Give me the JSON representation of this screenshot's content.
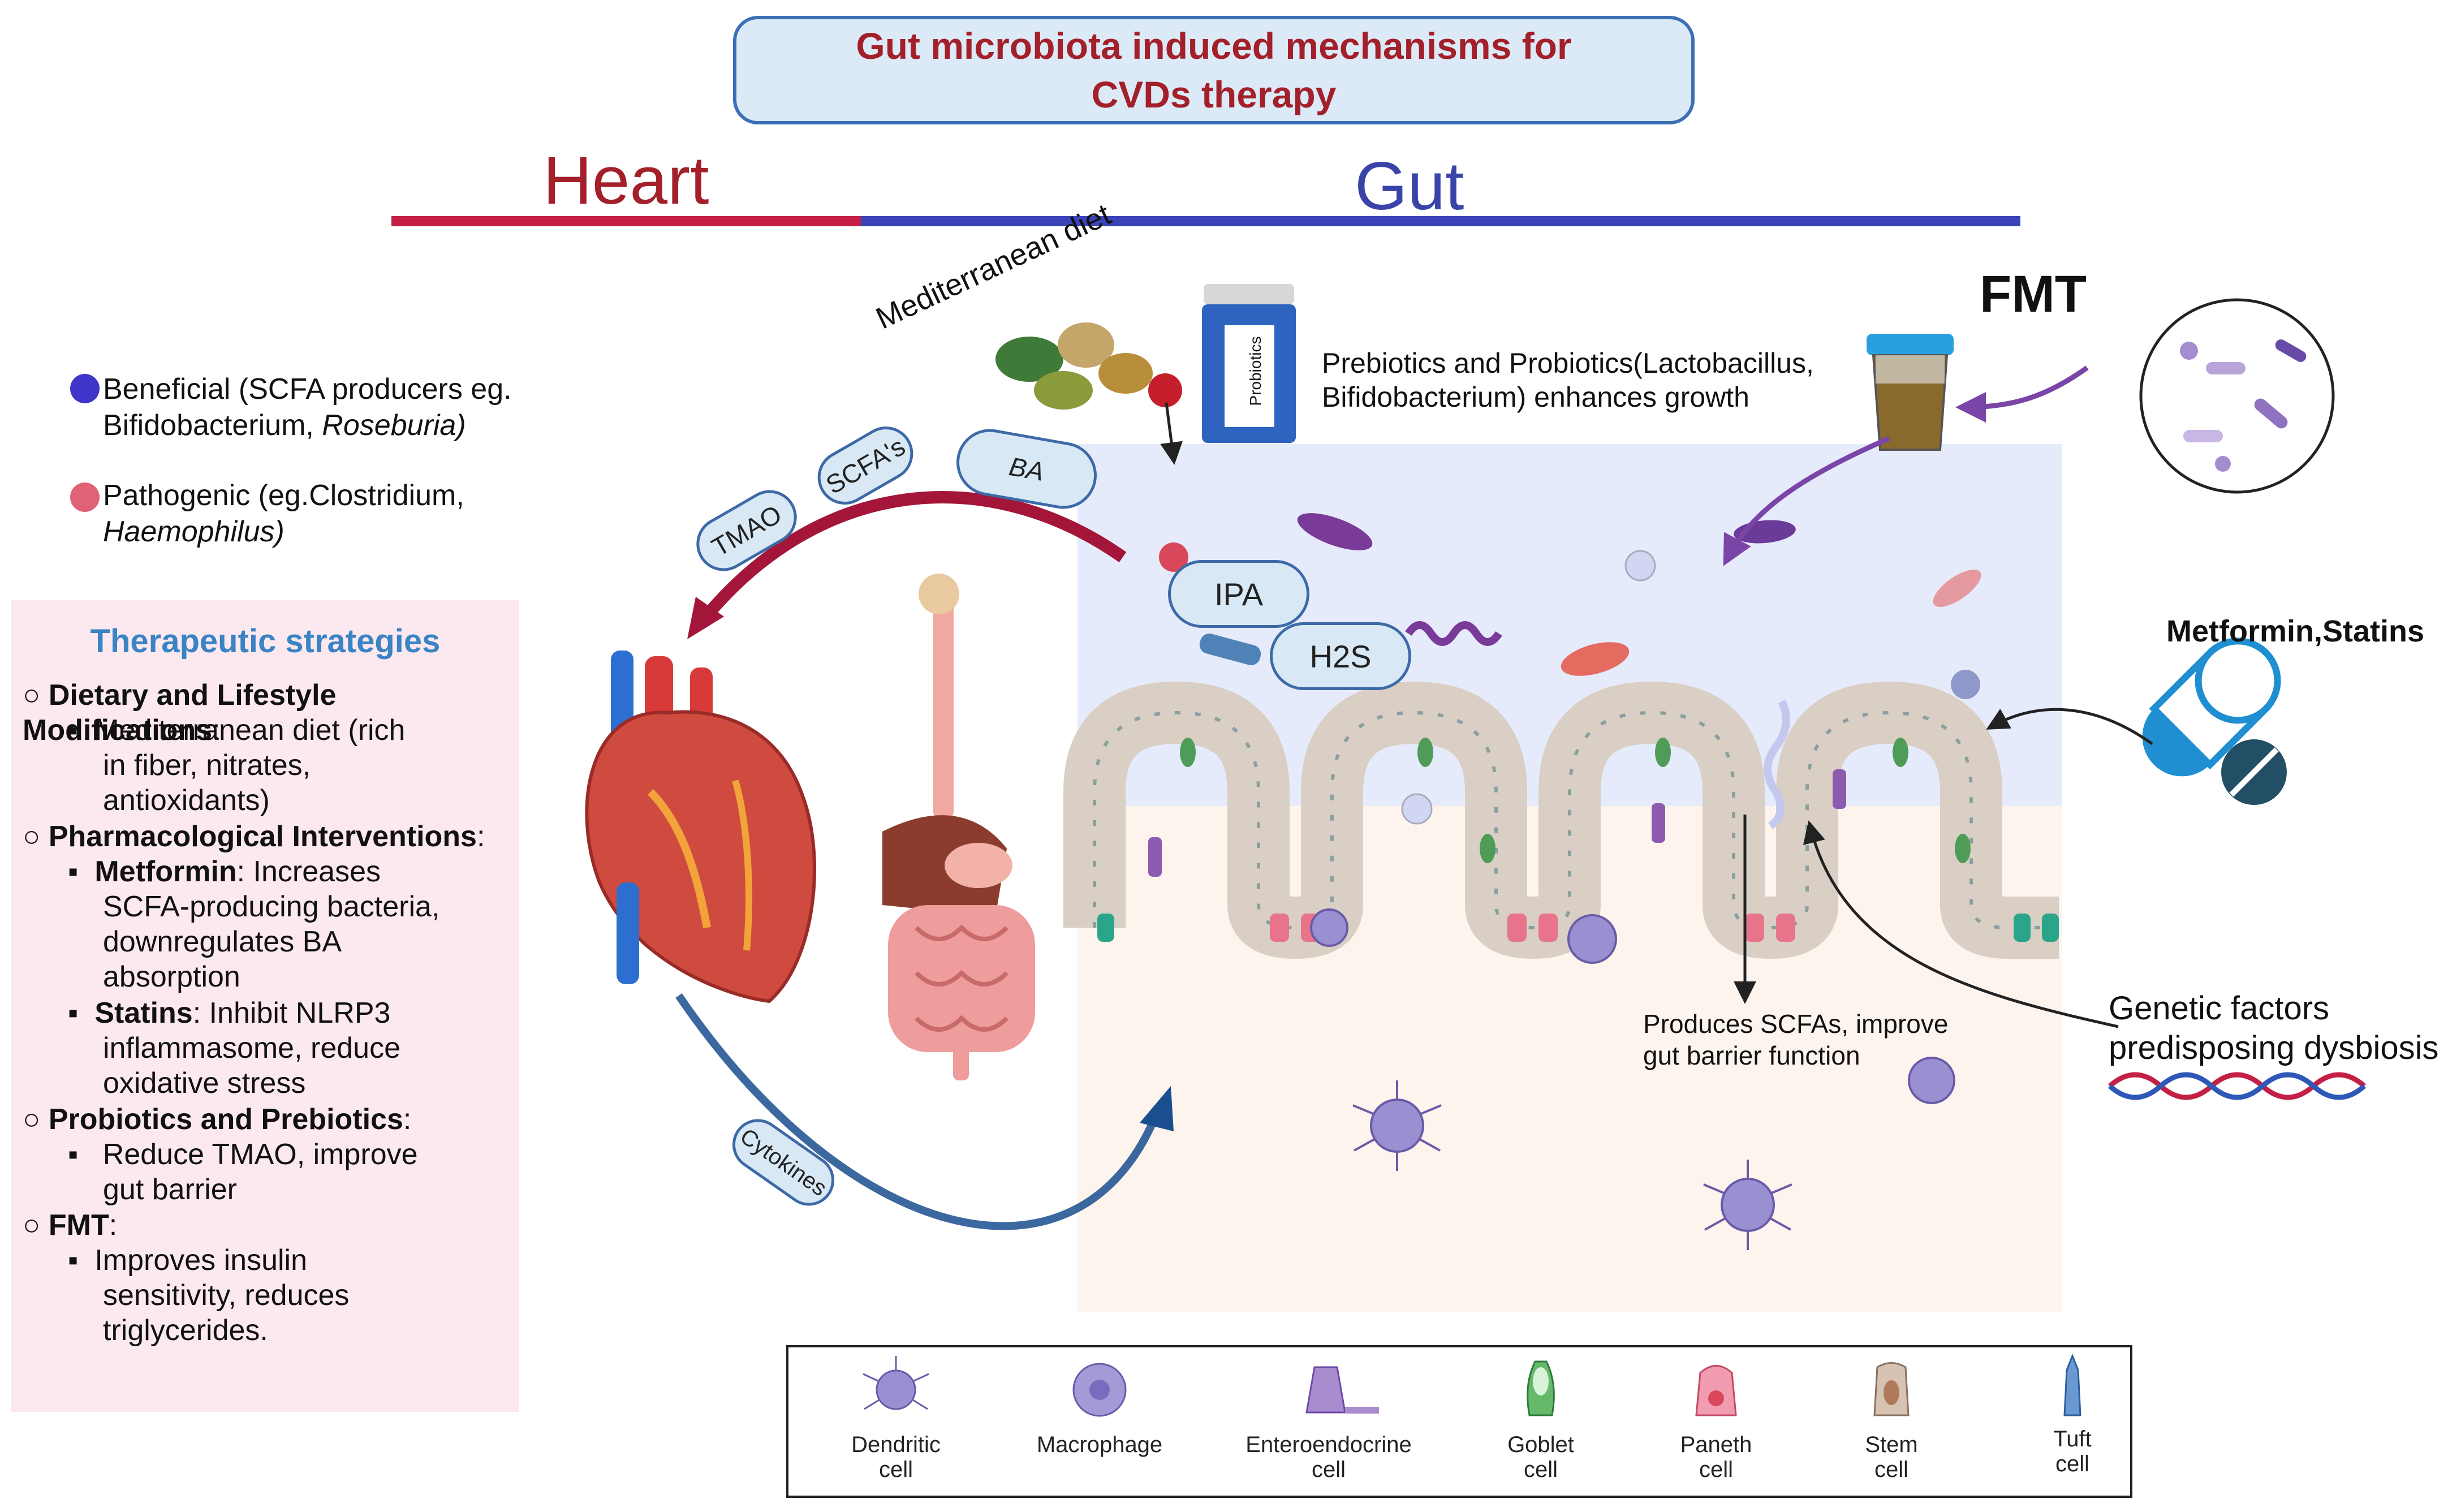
{
  "title": {
    "line1": "Gut microbiota induced mechanisms for",
    "line2": "CVDs therapy"
  },
  "headers": {
    "heart": "Heart",
    "gut": "Gut"
  },
  "colors": {
    "heart": "#c41f45",
    "gut": "#3a44b8",
    "title": "#a3202a",
    "strategies_title": "#3a83c4"
  },
  "legend": {
    "beneficial": {
      "line1": "Beneficial (SCFA producers eg.",
      "line2_plain": "Bifidobacterium, ",
      "line2_italic": "Roseburia)"
    },
    "pathogenic": {
      "line1": "Pathogenic (eg.Clostridium,",
      "line2_italic": "Haemophilus)"
    }
  },
  "strategies": {
    "title": "Therapeutic strategies",
    "dietary": {
      "heading": "Dietary and Lifestyle Modifications",
      "colon": ":",
      "items": [
        "Mediterranean diet (rich",
        "in fiber, nitrates,",
        "antioxidants)"
      ]
    },
    "pharma": {
      "heading": "Pharmacological Interventions",
      "colon": ":",
      "metformin_name": "Metformin",
      "metformin_lines": [
        ": Increases",
        "SCFA-producing bacteria,",
        "downregulates BA",
        "absorption"
      ],
      "statins_name": "Statins",
      "statins_lines": [
        ": Inhibit NLRP3",
        "inflammasome, reduce",
        "oxidative stress"
      ]
    },
    "probiotics": {
      "heading": "Probiotics and Prebiotics",
      "colon": ":",
      "items": [
        " Reduce TMAO, improve",
        "gut barrier"
      ]
    },
    "fmt": {
      "heading": " FMT",
      "colon": ":",
      "items": [
        "Improves insulin",
        "sensitivity, reduces",
        "triglycerides."
      ]
    }
  },
  "pills": {
    "tmao": "TMAO",
    "scfas": "SCFA's",
    "ba": "BA",
    "ipa": "IPA",
    "h2s": "H2S",
    "cytokines": "Cytokines"
  },
  "labels": {
    "mediterranean": "Mediterranean diet",
    "probiotics_jar": "Probiotics",
    "prebiotics_line1": "Prebiotics and Probiotics(Lactobacillus,",
    "prebiotics_line2": "Bifidobacterium) enhances growth",
    "fmt": "FMT",
    "metformin_statins": "Metformin,Statins",
    "scfa_line1": "Produces SCFAs, improve",
    "scfa_line2": "gut barrier function",
    "genetic_line1": "Genetic factors",
    "genetic_line2": "predisposing dysbiosis"
  },
  "cell_legend": [
    {
      "icon": "dendritic-cell-icon",
      "line1": "Dendritic",
      "line2": "cell"
    },
    {
      "icon": "macrophage-icon",
      "line1": "Macrophage",
      "line2": ""
    },
    {
      "icon": "enteroendocrine-cell-icon",
      "line1": "Enteroendocrine",
      "line2": "cell"
    },
    {
      "icon": "goblet-cell-icon",
      "line1": "Goblet",
      "line2": "cell"
    },
    {
      "icon": "paneth-cell-icon",
      "line1": "Paneth",
      "line2": "cell"
    },
    {
      "icon": "stem-cell-icon",
      "line1": "Stem",
      "line2": "cell"
    },
    {
      "icon": "tuft-cell-icon",
      "line1": "Tuft",
      "line2": "cell"
    }
  ]
}
